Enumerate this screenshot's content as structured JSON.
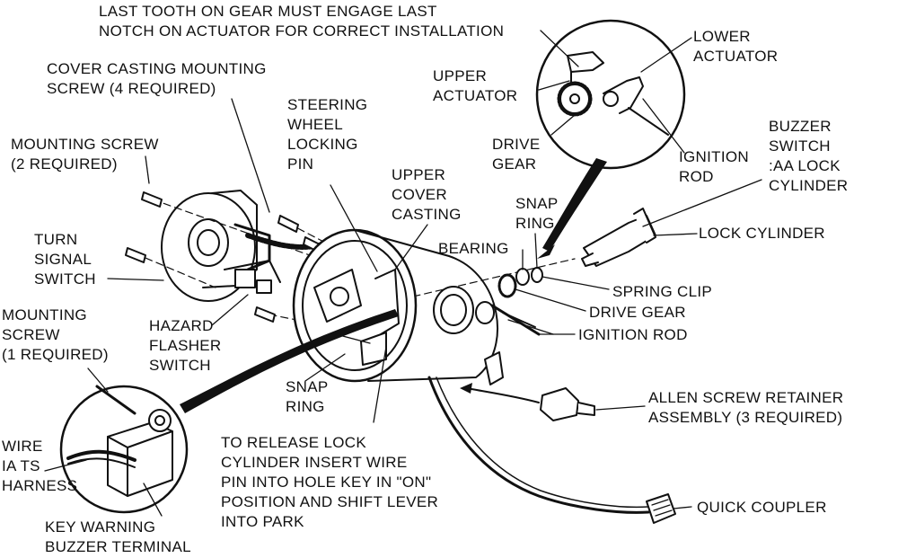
{
  "diagram": {
    "top_note": "LAST TOOTH ON GEAR MUST ENGAGE LAST\nNOTCH ON ACTUATOR FOR CORRECT INSTALLATION",
    "labels": {
      "cover_casting_mounting_screw": "COVER CASTING MOUNTING\nSCREW (4 REQUIRED)",
      "mounting_screw_2": "MOUNTING SCREW\n(2 REQUIRED)",
      "turn_signal_switch": "TURN\nSIGNAL\nSWITCH",
      "mounting_screw_1": "MOUNTING\nSCREW\n(1 REQUIRED)",
      "hazard_flasher_switch": "HAZARD\nFLASHER\nSWITCH",
      "wire_harness": "WIRE\nIA TS\nHARNESS",
      "key_warning_buzzer_terminal": "KEY WARNING\nBUZZER TERMINAL",
      "steering_wheel_locking_pin": "STEERING\nWHEEL\nLOCKING\nPIN",
      "upper_cover_casting": "UPPER\nCOVER\nCASTING",
      "upper_actuator": "UPPER\nACTUATOR",
      "drive_gear_top": "DRIVE\nGEAR",
      "lower_actuator": "LOWER\nACTUATOR",
      "ignition_rod_top": "IGNITION\nROD",
      "buzzer_switch": "BUZZER\nSWITCH\n:AA LOCK\nCYLINDER",
      "snap_ring_right": "SNAP\nRING",
      "bearing": "BEARING",
      "lock_cylinder": "LOCK CYLINDER",
      "spring_clip": "SPRING CLIP",
      "drive_gear": "DRIVE GEAR",
      "ignition_rod": "IGNITION ROD",
      "snap_ring_left": "SNAP\nRING",
      "release_note": "TO RELEASE LOCK\nCYLINDER INSERT WIRE\nPIN INTO HOLE KEY IN \"ON\"\nPOSITION AND SHIFT LEVER\nINTO PARK",
      "allen_screw_retainer": "ALLEN SCREW RETAINER\nASSEMBLY (3 REQUIRED)",
      "quick_coupler": "QUICK COUPLER"
    }
  }
}
